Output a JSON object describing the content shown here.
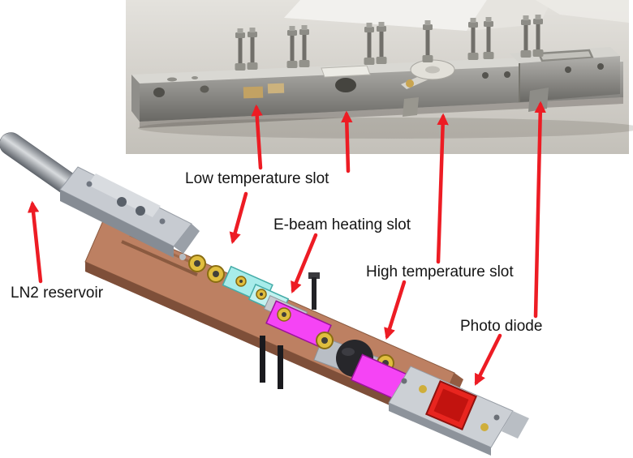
{
  "figure": {
    "labels": {
      "low_temp": "Low temperature slot",
      "ebeam": "E-beam heating slot",
      "high_temp": "High temperature slot",
      "photo_diode": "Photo diode",
      "ln2": "LN2 reservoir"
    },
    "colors": {
      "arrow_red": "#ed1c24",
      "copper_plate": "#bd8062",
      "magenta_clamp": "#f544f5",
      "cyan_clamp": "#a8ecea",
      "gold_washer": "#e0be3e",
      "diode_red": "#e8251f",
      "cad_metal_grey": "#c7cbd1",
      "photo_metal_grey": "#d9d8d3",
      "tube_grey": "#9aa0a8"
    }
  }
}
